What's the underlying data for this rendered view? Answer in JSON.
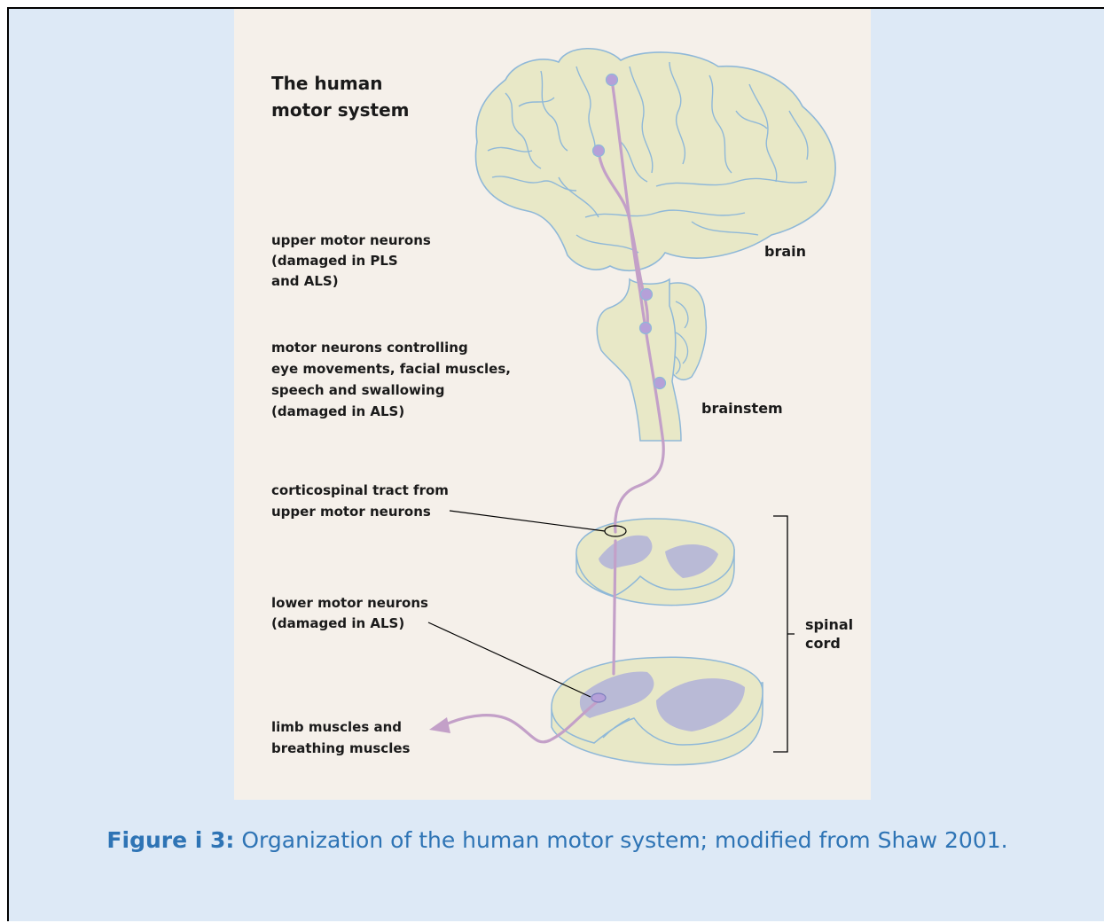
{
  "figure": {
    "title_lines": [
      "The human",
      "motor system"
    ],
    "labels": {
      "upper_motor_neurons": [
        "upper motor neurons",
        "(damaged in PLS",
        "and ALS)"
      ],
      "brainstem_neurons": [
        "motor neurons controlling",
        "eye movements, facial muscles,",
        "speech and swallowing",
        "(damaged in ALS)"
      ],
      "corticospinal_tract": [
        "corticospinal tract from",
        "upper motor neurons"
      ],
      "lower_motor_neurons": [
        "lower motor neurons",
        "(damaged in  ALS)"
      ],
      "limb_muscles": [
        "limb muscles and",
        "breathing muscles"
      ],
      "brain": "brain",
      "brainstem": "brainstem",
      "spinal_cord": [
        "spinal",
        "cord"
      ]
    },
    "colors": {
      "tissue_fill": "#e8e8c7",
      "tissue_outline": "#8fb8d8",
      "grey_matter": "#b9bad6",
      "neuron_path": "#c3a0c8",
      "neuron_body": "#b5a0d8",
      "panel_background": "#f5f0ea"
    }
  },
  "caption": {
    "label": "Figure i 3:",
    "text": "Organization of the human motor system; modified from Shaw 2001."
  }
}
